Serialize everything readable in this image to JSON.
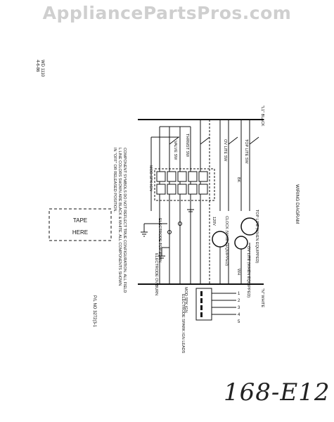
{
  "watermark": "AppliancePartsPros.com",
  "doc_code": [
    "4-6-86",
    "WD 1110"
  ],
  "title": "WIRING DIAGRAM",
  "tape_label": [
    "TAPE",
    "HERE"
  ],
  "part_number": "P/L NO 3272(3-1",
  "handwritten": "168-E12",
  "legend_labels": {
    "l1_black": "\"L1\" BLACK",
    "n_white": "\"N\" WHITE",
    "top_lite_sw": "TOP LITE SW",
    "ov_lite_sw": "OV LITE SW",
    "thrmst_sw": "THRMST SW",
    "valve_sw": "VALVE SW",
    "top_lite_when_equipped": "TOP LITE (WHEN EQUIPPED)",
    "ov_lite_when_equipped": "OV LITE (WHEN EQUIPPED)",
    "clock_when_equipped": "CLOCK (WHEN EQUIPPED)",
    "electrode_top_burn": "ELECTRODE TOP BURN",
    "electrode_ov_burn": "ELECTRODE OV BURN",
    "mod_spk_ign": "MOD SPK IGN",
    "electrode_spark_ign_leads": "ELECTRODE SPARK IGN LEADS",
    "wire_bk": "BK",
    "wire_wh": "WH",
    "clock_120v": "120V",
    "note_text": [
      "COMPONENT SYMBOLS DO NOT REFLECT TRUE CONFIGURATION. ALL FIELD",
      "L LINE COLORS SHOWN ARE BLACK & WHITE. ALL COMPONENTS SHOWN",
      "IN \"OFF\" OR RELEASED POSITION."
    ],
    "terminal_labels": [
      "1",
      "2",
      "3",
      "4",
      "5"
    ]
  }
}
